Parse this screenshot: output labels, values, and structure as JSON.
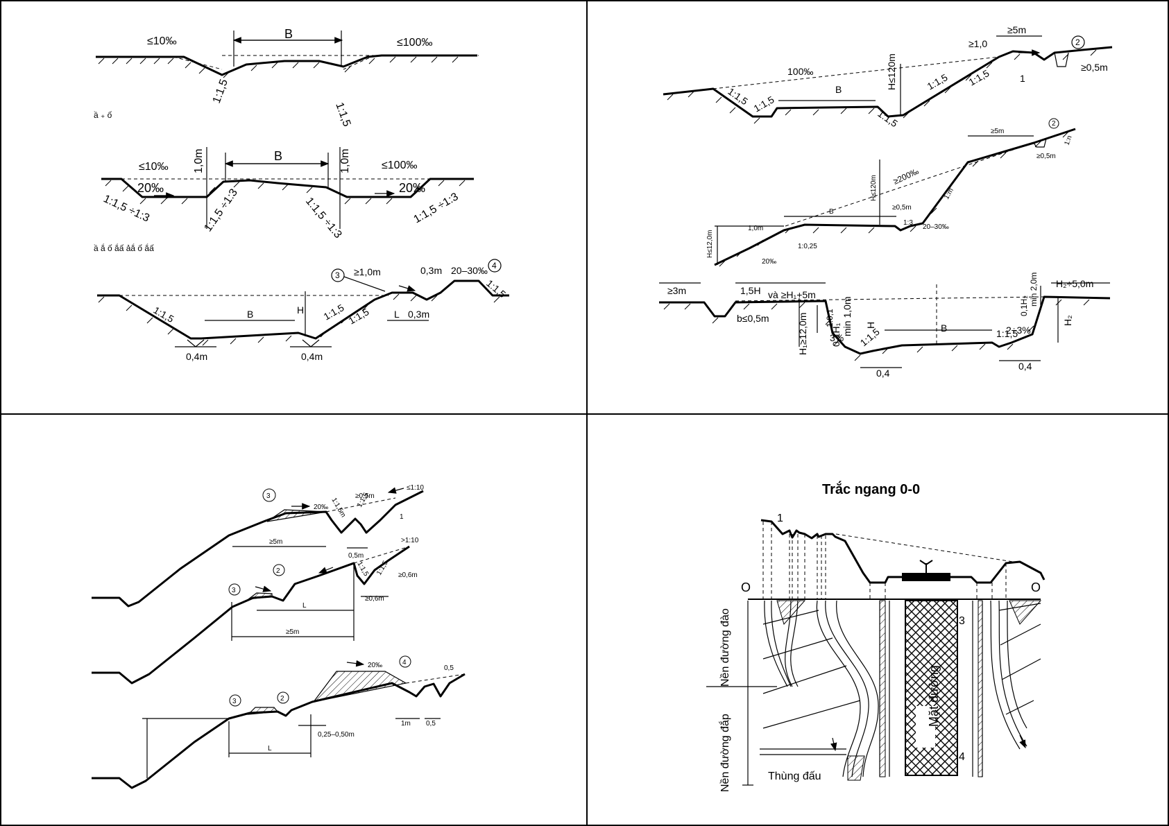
{
  "panel1": {
    "diagram1": {
      "width": "B",
      "grade_left": "≤10‰",
      "grade_right": "≤100‰",
      "slope_left": "1:1,5",
      "slope_right": "1:1,5"
    },
    "garbled1": "ầ   ₊   ố",
    "diagram2": {
      "width": "B",
      "grade_left": "≤10‰",
      "grade_right": "≤100‰",
      "depth_left": "1,0m",
      "depth_right": "1,0m",
      "flow_left": "20‰",
      "flow_right": "20‰",
      "slope_a": "1:1,5 ÷1:3",
      "slope_b": "1:1,5 ÷1:3",
      "slope_c": "1:1,5 ÷1:3",
      "slope_d": "1:1,5 ÷1:3"
    },
    "garbled2": "ầ   ắ   ố   ắấ  ảắ  ố  ắấ",
    "diagram3": {
      "marker3": "3",
      "marker4": "4",
      "berm": "≥1,0m",
      "gap": "0,3m",
      "grade": "20–30‰",
      "slope_a": "1:1,5",
      "slope_b": "1:1,5",
      "slope_c": "1:1,5",
      "slope_d": "1:1,5",
      "width": "B",
      "height": "H",
      "length": "L",
      "gap2": "0,3m",
      "ditch_left": "0,4m",
      "ditch_right": "0,4m"
    }
  },
  "panel2": {
    "diagram1": {
      "berm": "≥1,0",
      "dist": "≥5m",
      "marker2": "2",
      "marker1": "1",
      "depth": "≥0,5m",
      "height": "H≤120m",
      "grade": "100‰",
      "slope_a": "1:1,5",
      "slope_b": "1:1,5",
      "slope_c": "1:1,5",
      "slope_d": "1:1,5",
      "slope_e": "1:1,5",
      "width": "B"
    },
    "diagram2": {
      "dist": "≥5m",
      "marker2": "2",
      "depth": "≥0,5m",
      "slope_top": "1:n",
      "height": "H≤120m",
      "grade": "≥200‰",
      "slope_mid": "1:m",
      "width": "B",
      "berm": "1,0m",
      "gap": "≥0,5m",
      "slope_13": "1:3",
      "grade2": "20–30‰",
      "height2": "H≤12,0m",
      "slope_025": "1:0,25",
      "grade3": "20‰"
    },
    "diagram3": {
      "dist_left": "≥3m",
      "dist_mid_a": "1,5H",
      "dist_mid_b": "và ≥H₁+5m",
      "width_b": "b≤0,5m",
      "height1": "H₁≥12,0m",
      "depth_a": "0,1H₁",
      "depth_b": "min 1,0m",
      "grade_a": "3%",
      "ratio": "1:0,1",
      "height": "H",
      "slope_a": "1:1,5",
      "width": "B",
      "slope_b": "1:1,5",
      "grade_b": "2÷3%",
      "depth_c": "0,1H₂",
      "depth_d": "min 2,0m",
      "dist_right": "H₂÷5,0m",
      "height2": "H₂",
      "ditch_left": "0,4",
      "ditch_right": "0,4"
    }
  },
  "panel3": {
    "top": {
      "marker3": "3",
      "grade": "20‰",
      "depth": "≥0,5m",
      "slope_top": "≤1:10",
      "slope_a": "1:1,5m",
      "slope_b": "1:1,5",
      "marker1": "1",
      "dist": "≥5m",
      "width": "0,5m"
    },
    "middle": {
      "slope_top": ">1:10",
      "slope_a": "1:1,5",
      "slope_b": "1:1,5",
      "depth_a": "≥0,6m",
      "depth_b": "≥0,6m",
      "marker3": "3",
      "marker2": "2",
      "length": "L",
      "dist": "≥5m"
    },
    "bottom": {
      "grade": "20‰",
      "marker4": "4",
      "width": "0,5",
      "marker3": "3",
      "marker2": "2",
      "ditch_a": "1m",
      "ditch_b": "0,5",
      "range": "0,25–0,50m",
      "length": "L"
    }
  },
  "panel4": {
    "title": "Trắc ngang 0-0",
    "marker1": "1",
    "marker3": "3",
    "marker4": "4",
    "axis_left": "O",
    "axis_right": "O",
    "label_cut": "Nền đường đào",
    "label_fill": "Nền đường đắp",
    "label_road": "Mặt đường",
    "label_borrow": "Thùng đấu"
  }
}
